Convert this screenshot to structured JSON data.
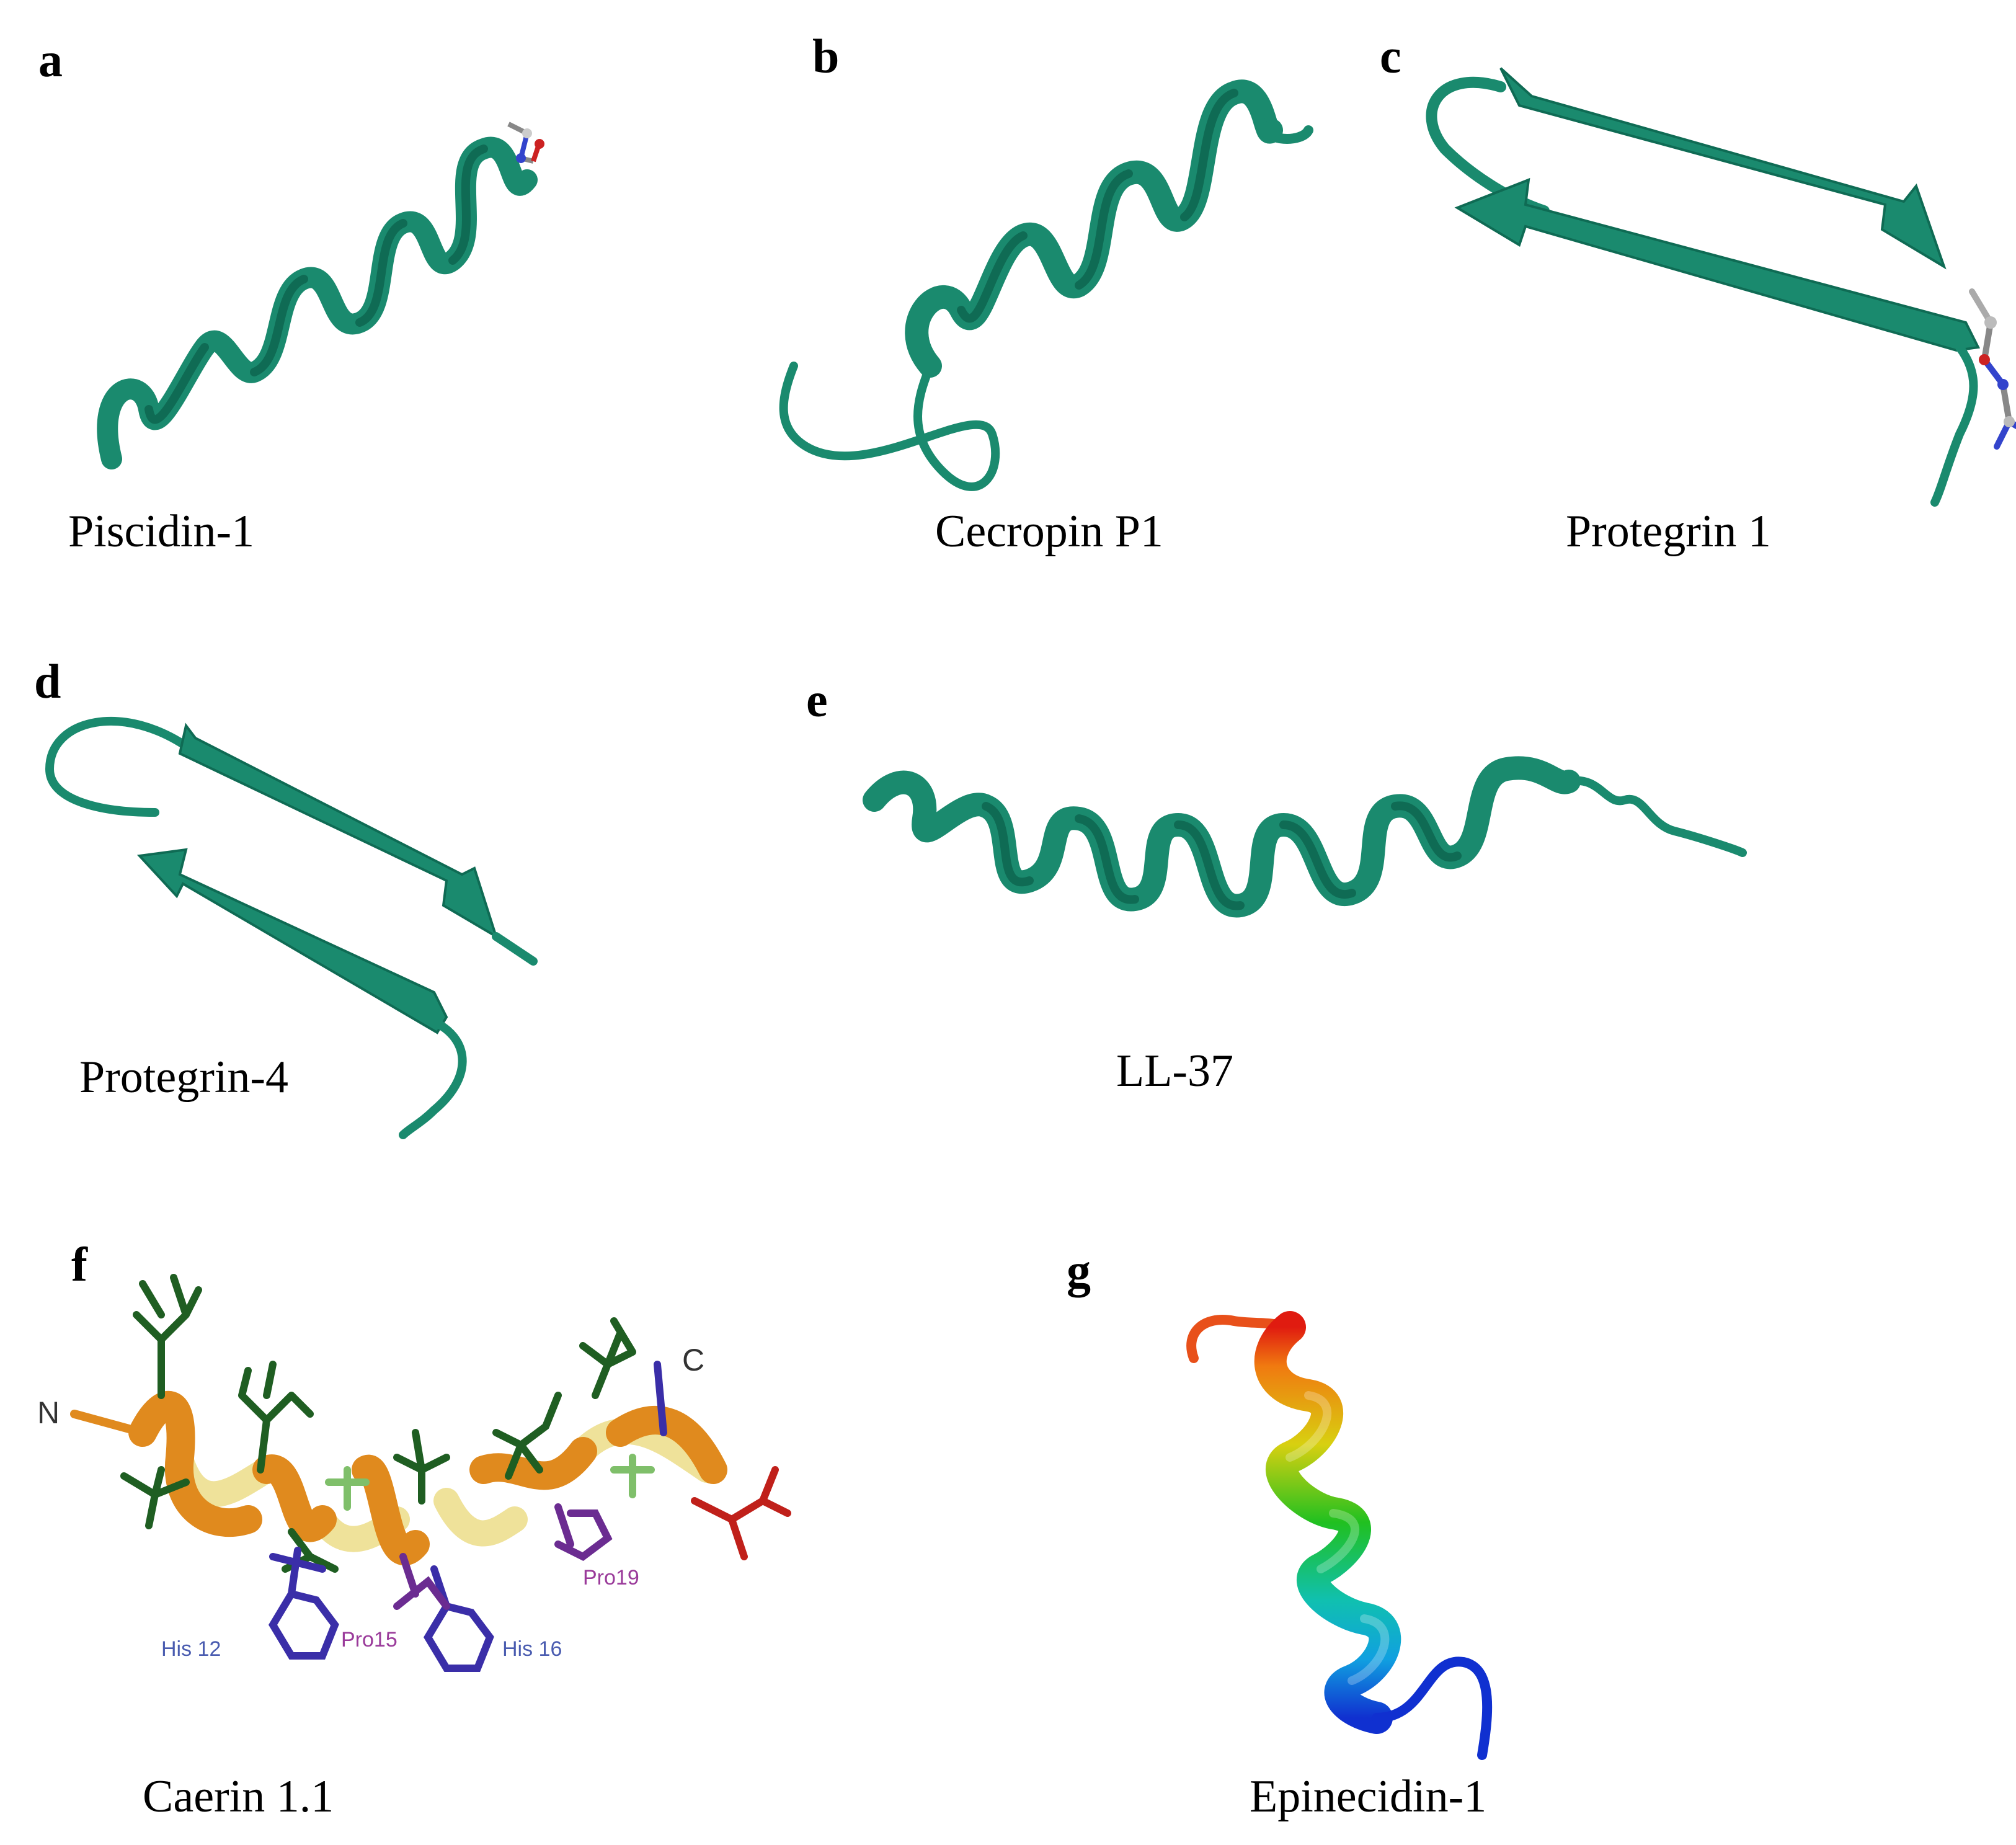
{
  "colors": {
    "ribbon": "#1a8a6e",
    "ribbon_dark": "#0f6b54",
    "helix_orange": "#e08a1e",
    "helix_pale": "#efe29a",
    "residue_green": "#1f5e22",
    "residue_light_green": "#7fbf6a",
    "residue_blue": "#3a2ea8",
    "residue_purple": "#6b2c91",
    "residue_red": "#c0201a",
    "label_blue": "#4a5cb0",
    "label_purple": "#9a3a9a"
  },
  "panels": {
    "a": {
      "letter": "a",
      "caption": "Piscidin-1"
    },
    "b": {
      "letter": "b",
      "caption": "Cecropin P1"
    },
    "c": {
      "letter": "c",
      "caption": "Protegrin 1"
    },
    "d": {
      "letter": "d",
      "caption": "Protegrin-4"
    },
    "e": {
      "letter": "e",
      "caption": "LL-37"
    },
    "f": {
      "letter": "f",
      "caption": "Caerin 1.1",
      "terminus_n": "N",
      "terminus_c": "C",
      "residues": [
        "His 12",
        "Pro15",
        "His 16",
        "Pro19"
      ]
    },
    "g": {
      "letter": "g",
      "caption": "Epinecidin-1"
    }
  }
}
